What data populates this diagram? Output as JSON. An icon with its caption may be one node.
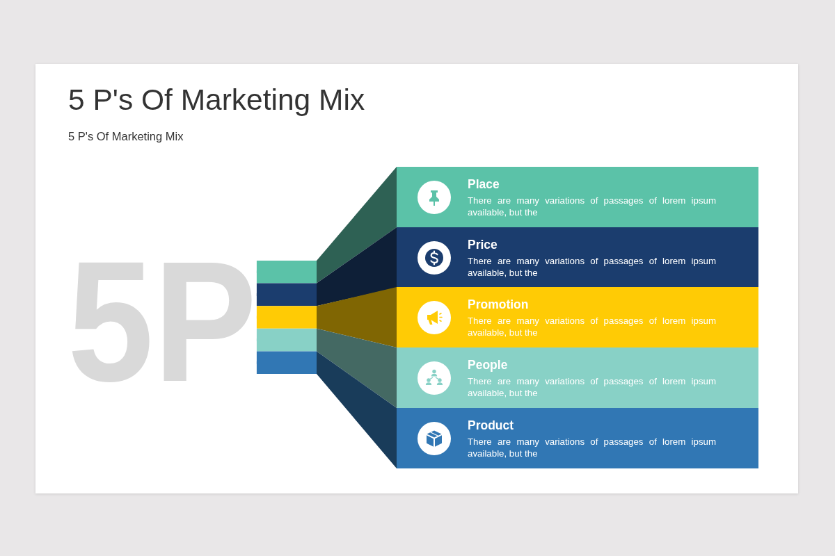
{
  "diagram": {
    "title": "5 P's Of Marketing Mix",
    "nodes": [
      {
        "text": [
          "5P"
        ]
      },
      {
        "text": [
          "Place",
          "There are many variations of passages of lorem ipsum available, but the"
        ]
      },
      {
        "text": [
          "Price",
          "There are many variations of passages of lorem ipsum available, but the"
        ]
      },
      {
        "text": [
          "Promotion",
          "There are many variations of passages of lorem ipsum available, but the"
        ]
      },
      {
        "text": [
          "People",
          "There are many variations of passages of lorem ipsum available, but the"
        ]
      },
      {
        "text": [
          "Product",
          "There are many variations of passages of lorem ipsum available, but the"
        ]
      }
    ],
    "edges": [
      {
        "from": 0,
        "to": 1,
        "arrow": "none",
        "color": "#5bc2a8"
      },
      {
        "from": 0,
        "to": 2,
        "arrow": "none",
        "color": "#1b3d6e"
      },
      {
        "from": 0,
        "to": 3,
        "arrow": "none",
        "color": "#ffcb05"
      },
      {
        "from": 0,
        "to": 4,
        "arrow": "none",
        "color": "#88d1c6"
      },
      {
        "from": 0,
        "to": 5,
        "arrow": "none",
        "color": "#3177b4"
      }
    ],
    "labels": [
      "5 P's Of Marketing Mix"
    ]
  }
}
